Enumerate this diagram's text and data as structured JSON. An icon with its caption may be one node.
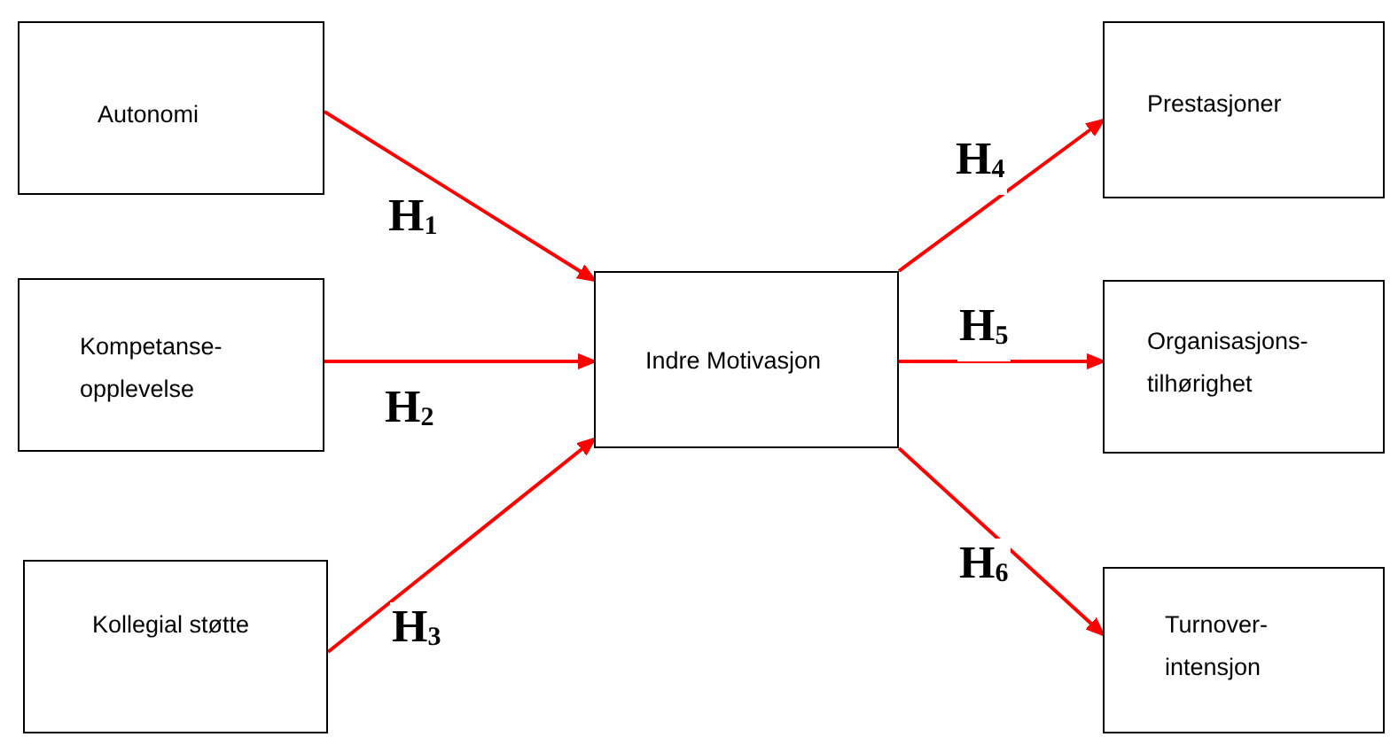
{
  "diagram": {
    "nodes": [
      {
        "text": [
          "Autonomi"
        ]
      },
      {
        "text": [
          "Kompetanse- opplevelse"
        ]
      },
      {
        "text": [
          "Kollegial støtte"
        ]
      },
      {
        "text": [
          "Indre Motivasjon"
        ]
      },
      {
        "text": [
          "Prestasjoner"
        ]
      },
      {
        "text": [
          "Organisasjons- tilhørighet"
        ]
      },
      {
        "text": [
          "Turnover- intensjon"
        ]
      }
    ],
    "edges": [
      {
        "from": 0,
        "to": 3,
        "arrow": "to",
        "label": "H$_{1}$",
        "color": "#ff0000"
      },
      {
        "from": 1,
        "to": 3,
        "arrow": "to",
        "label": "H$_{2}$",
        "color": "#ff0000"
      },
      {
        "from": 2,
        "to": 3,
        "arrow": "to",
        "label": "H$_{3}$",
        "color": "#ff0000"
      },
      {
        "from": 3,
        "to": 4,
        "arrow": "to",
        "label": "H$_{4}$",
        "color": "#ff0000"
      },
      {
        "from": 3,
        "to": 5,
        "arrow": "to",
        "label": "H$_{5}$",
        "color": "#ff0000"
      },
      {
        "from": 3,
        "to": 6,
        "arrow": "to",
        "label": "H$_{6}$",
        "color": "#ff0000"
      }
    ]
  }
}
